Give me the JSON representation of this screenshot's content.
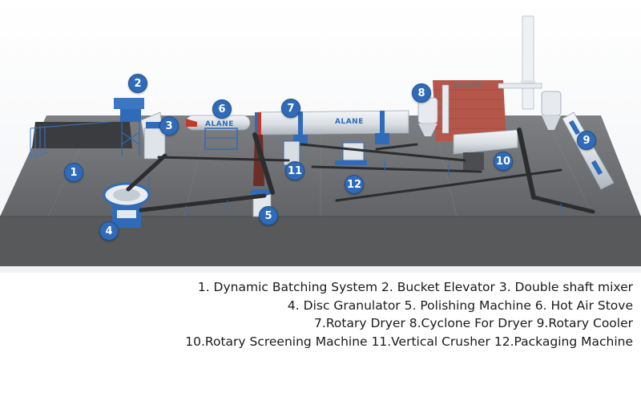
{
  "brand_mark": "ALANE",
  "markers": [
    "1",
    "2",
    "3",
    "4",
    "5",
    "6",
    "7",
    "8",
    "9",
    "10",
    "11",
    "12"
  ],
  "legend": {
    "line1": "1. Dynamic Batching System  2. Bucket Elevator   3. Double shaft mixer",
    "line2": "4. Disc Granulator   5. Polishing Machine    6. Hot Air Stove",
    "line3": "7.Rotary Dryer   8.Cyclone For Dryer  9.Rotary Cooler",
    "line4": "10.Rotary Screening Machine  11.Vertical Crusher  12.Packaging Machine"
  },
  "colors": {
    "equipment_blue": "#2f6bb8",
    "floor": "#6e7073",
    "platform_side": "#58595b",
    "brick": "#b5564a"
  }
}
